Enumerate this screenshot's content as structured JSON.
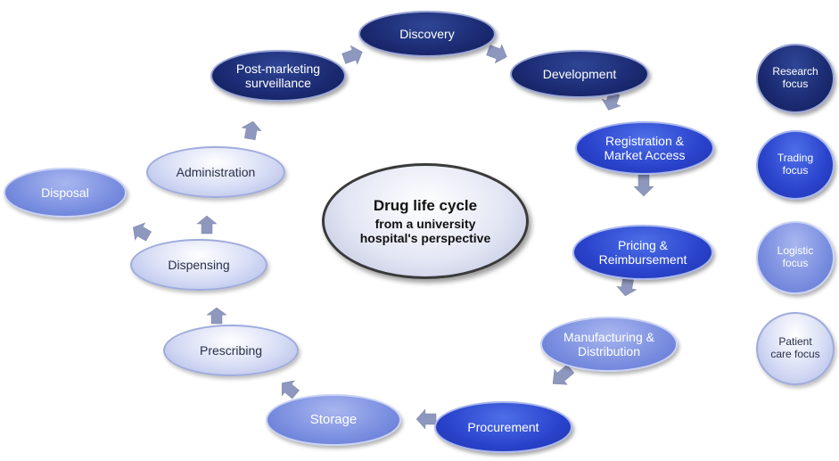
{
  "center": {
    "title": "Drug life cycle",
    "subtitle": "from a university\nhospital's perspective"
  },
  "stages": [
    {
      "id": "discovery",
      "label": "Discovery",
      "focus": "research"
    },
    {
      "id": "development",
      "label": "Development",
      "focus": "research"
    },
    {
      "id": "registration",
      "label": "Registration &\nMarket Access",
      "focus": "trading"
    },
    {
      "id": "pricing",
      "label": "Pricing &\nReimbursement",
      "focus": "trading"
    },
    {
      "id": "manufacturing",
      "label": "Manufacturing &\nDistribution",
      "focus": "logistic"
    },
    {
      "id": "procurement",
      "label": "Procurement",
      "focus": "trading"
    },
    {
      "id": "storage",
      "label": "Storage",
      "focus": "logistic"
    },
    {
      "id": "prescribing",
      "label": "Prescribing",
      "focus": "patient"
    },
    {
      "id": "dispensing",
      "label": "Dispensing",
      "focus": "patient"
    },
    {
      "id": "administration",
      "label": "Administration",
      "focus": "patient"
    },
    {
      "id": "disposal",
      "label": "Disposal",
      "focus": "logistic"
    },
    {
      "id": "post_marketing",
      "label": "Post-marketing\nsurveillance",
      "focus": "research"
    }
  ],
  "legend": [
    {
      "id": "research",
      "label": "Research\nfocus",
      "color": "#1b2a72"
    },
    {
      "id": "trading",
      "label": "Trading\nfocus",
      "color": "#2a43cc"
    },
    {
      "id": "logistic",
      "label": "Logistic\nfocus",
      "color": "#7a8ee0"
    },
    {
      "id": "patient",
      "label": "Patient\ncare focus",
      "color": "#d6dcf5"
    }
  ]
}
